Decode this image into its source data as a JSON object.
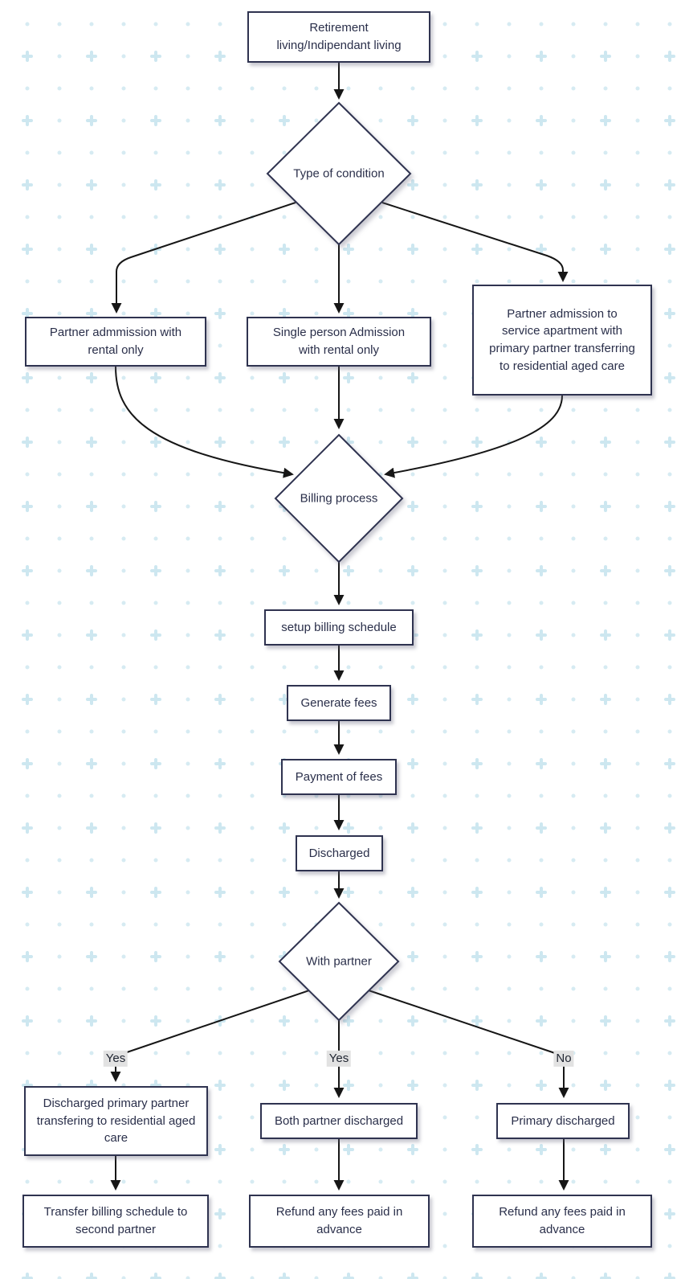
{
  "diagram": {
    "nodes": {
      "retirement": {
        "label": "Retirement living/Indipendant living",
        "shape": "rect"
      },
      "type_of_condition": {
        "label": "Type of condition",
        "shape": "diamond"
      },
      "partner_admission_rental": {
        "label": "Partner admmission with rental only",
        "shape": "rect"
      },
      "single_person_admission": {
        "label": "Single person Admission with rental only",
        "shape": "rect"
      },
      "partner_admission_service": {
        "label": "Partner admission to service apartment with primary partner transferring to residential aged care",
        "shape": "rect"
      },
      "billing_process": {
        "label": "Billing process",
        "shape": "diamond"
      },
      "setup_billing_schedule": {
        "label": "setup billing schedule",
        "shape": "rect"
      },
      "generate_fees": {
        "label": "Generate fees",
        "shape": "rect"
      },
      "payment_of_fees": {
        "label": "Payment of fees",
        "shape": "rect"
      },
      "discharged": {
        "label": "Discharged",
        "shape": "rect"
      },
      "with_partner": {
        "label": "With partner",
        "shape": "diamond"
      },
      "discharged_primary_transfer": {
        "label": "Discharged primary partner transfering to residential aged care",
        "shape": "rect"
      },
      "both_partner_discharged": {
        "label": "Both partner discharged",
        "shape": "rect"
      },
      "primary_discharged": {
        "label": "Primary discharged",
        "shape": "rect"
      },
      "transfer_billing_second": {
        "label": "Transfer billing schedule to second partner",
        "shape": "rect"
      },
      "refund_fees_middle": {
        "label": "Refund any fees paid in advance",
        "shape": "rect"
      },
      "refund_fees_right": {
        "label": "Refund any fees paid in advance",
        "shape": "rect"
      }
    },
    "edge_labels": {
      "yes_left": "Yes",
      "yes_middle": "Yes",
      "no_right": "No"
    }
  },
  "theme": {
    "node_border": "#2f3350",
    "node_fill": "#ffffff",
    "node_text": "#2a2f4a",
    "edge": "#161616",
    "label_bg": "#e2e2e2",
    "pattern_dot": "#d6ebf2",
    "pattern_plus": "#cde7f0"
  }
}
